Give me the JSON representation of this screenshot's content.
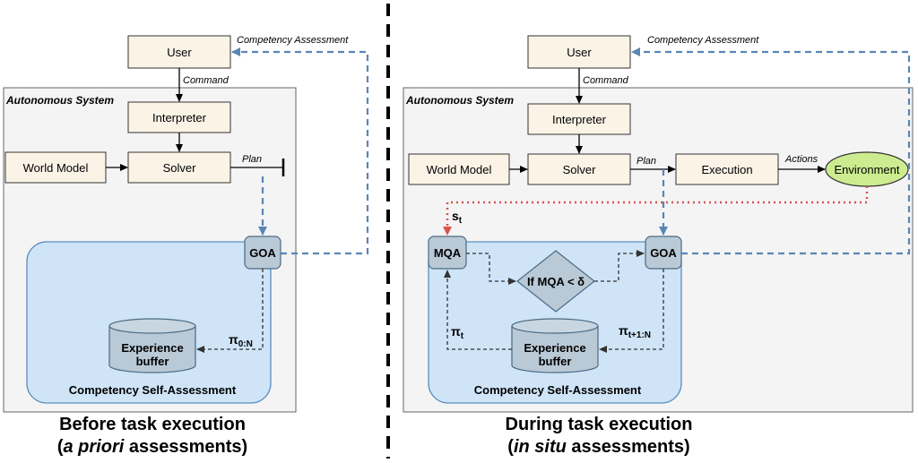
{
  "left": {
    "user": "User",
    "competency_assessment": "Competency Assessment",
    "command": "Command",
    "system_title": "Autonomous System",
    "interpreter": "Interpreter",
    "world_model": "World Model",
    "solver": "Solver",
    "plan": "Plan",
    "goa": "GOA",
    "experience_line1": "Experience",
    "experience_line2": "buffer",
    "pi_label": "π",
    "pi_sub": "0:N",
    "csa_title": "Competency Self-Assessment",
    "caption_line1": "Before task execution",
    "caption_line2_italic": "a priori",
    "caption_line2_rest": " assessments)"
  },
  "right": {
    "user": "User",
    "competency_assessment": "Competency Assessment",
    "command": "Command",
    "system_title": "Autonomous System",
    "interpreter": "Interpreter",
    "world_model": "World Model",
    "solver": "Solver",
    "plan": "Plan",
    "execution": "Execution",
    "actions": "Actions",
    "environment": "Environment",
    "s_label": "s",
    "s_sub": "t",
    "mqa": "MQA",
    "decision": "If MQA < δ",
    "goa": "GOA",
    "experience_line1": "Experience",
    "experience_line2": "buffer",
    "pi_t_label": "π",
    "pi_t_sub": "t",
    "pi_t1_label": "π",
    "pi_t1_sub": "t+1:N",
    "csa_title": "Competency Self-Assessment",
    "caption_line1": "During task execution",
    "caption_line2_italic": "in situ",
    "caption_line2_rest": " assessments)"
  },
  "colors": {
    "box_fill": "#fbf3e6",
    "csa_fill": "#cfe4f7",
    "node_fill": "#b9c9d6",
    "environment_fill": "#ccec8f",
    "assessment_arrow": "#5a86b6",
    "state_arrow": "#d9534f"
  }
}
